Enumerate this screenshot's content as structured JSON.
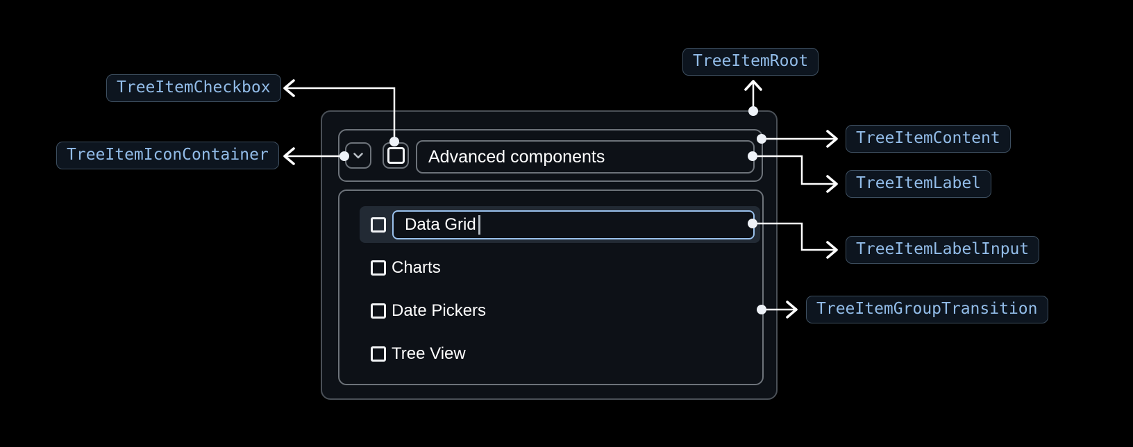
{
  "colors": {
    "page_bg": "#000000",
    "surface_bg": "#0d1117",
    "root_border": "#4a5057",
    "inner_border": "#6d737a",
    "text": "#ffffff",
    "muted_glyph": "#b9bfc5",
    "selected_row_bg": "#222a34",
    "input_border": "#9ac1ec",
    "connector": "#ffffff",
    "badge_bg": "#0d151f",
    "badge_border": "#3e4f60",
    "badge_text": "#92bce8"
  },
  "tree": {
    "header": {
      "label": "Advanced components",
      "expand_icon": "chevron-down-icon",
      "checkbox_icon": "checkbox-unchecked-icon"
    },
    "items": [
      {
        "label": "Data Grid",
        "editing": true,
        "checked": false
      },
      {
        "label": "Charts",
        "checked": false
      },
      {
        "label": "Date Pickers",
        "checked": false
      },
      {
        "label": "Tree View",
        "checked": false
      }
    ]
  },
  "annotations": {
    "root": {
      "label": "TreeItemRoot"
    },
    "checkbox": {
      "label": "TreeItemCheckbox"
    },
    "icon_container": {
      "label": "TreeItemIconContainer"
    },
    "content": {
      "label": "TreeItemContent"
    },
    "item_label": {
      "label": "TreeItemLabel"
    },
    "label_input": {
      "label": "TreeItemLabelInput"
    },
    "group_transition": {
      "label": "TreeItemGroupTransition"
    }
  }
}
